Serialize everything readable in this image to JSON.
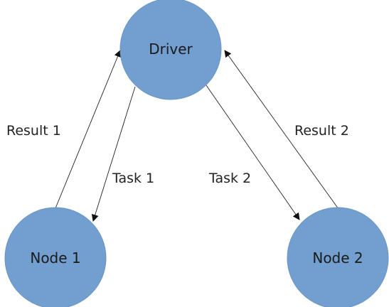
{
  "nodes": {
    "driver": {
      "label": "Driver"
    },
    "node1": {
      "label": "Node 1"
    },
    "node2": {
      "label": "Node 2"
    }
  },
  "edges": {
    "result1": {
      "label": "Result 1",
      "from": "Node 1",
      "to": "Driver"
    },
    "task1": {
      "label": "Task 1",
      "from": "Driver",
      "to": "Node 1"
    },
    "task2": {
      "label": "Task 2",
      "from": "Driver",
      "to": "Node 2"
    },
    "result2": {
      "label": "Result 2",
      "from": "Node 2",
      "to": "Driver"
    }
  },
  "colors": {
    "node_fill": "#729fcf",
    "line": "#222222",
    "text": "#1a1a1a"
  }
}
